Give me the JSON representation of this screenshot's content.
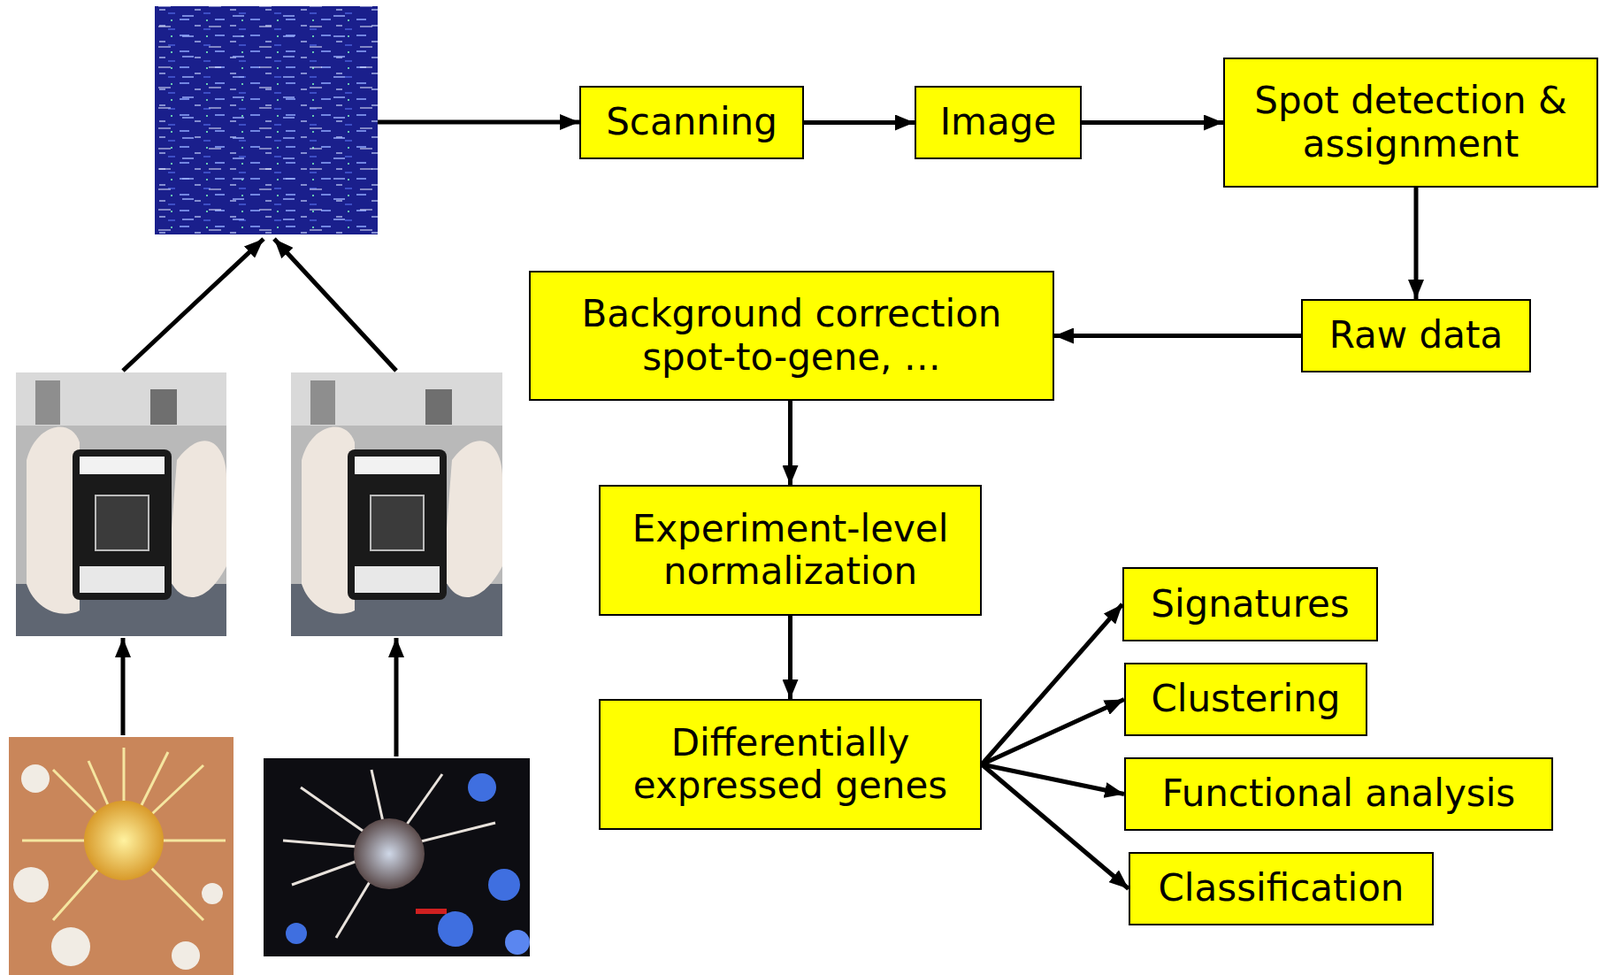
{
  "diagram": {
    "nodes": [
      {
        "text": [
          "Scanning"
        ]
      },
      {
        "text": [
          "Image"
        ]
      },
      {
        "text": [
          "Spot detection & assignment"
        ]
      },
      {
        "text": [
          "Raw data"
        ]
      },
      {
        "text": [
          "Background correction spot-to-gene, …"
        ]
      },
      {
        "text": [
          "Experiment-level normalization"
        ]
      },
      {
        "text": [
          "Differentially expressed genes"
        ]
      },
      {
        "text": [
          "Signatures"
        ]
      },
      {
        "text": [
          "Clustering"
        ]
      },
      {
        "text": [
          "Functional analysis"
        ]
      },
      {
        "text": [
          "Classification"
        ]
      }
    ],
    "edges": [
      {
        "from": 0,
        "to": 1,
        "arrow": "to"
      },
      {
        "from": 1,
        "to": 2,
        "arrow": "to"
      },
      {
        "from": 2,
        "to": 3,
        "arrow": "to"
      },
      {
        "from": 3,
        "to": 4,
        "arrow": "to"
      },
      {
        "from": 4,
        "to": 5,
        "arrow": "to"
      },
      {
        "from": 5,
        "to": 6,
        "arrow": "to"
      },
      {
        "from": 6,
        "to": 7,
        "arrow": "to"
      },
      {
        "from": 6,
        "to": 8,
        "arrow": "to"
      },
      {
        "from": 6,
        "to": 9,
        "arrow": "to"
      },
      {
        "from": 6,
        "to": 10,
        "arrow": "to"
      }
    ]
  }
}
